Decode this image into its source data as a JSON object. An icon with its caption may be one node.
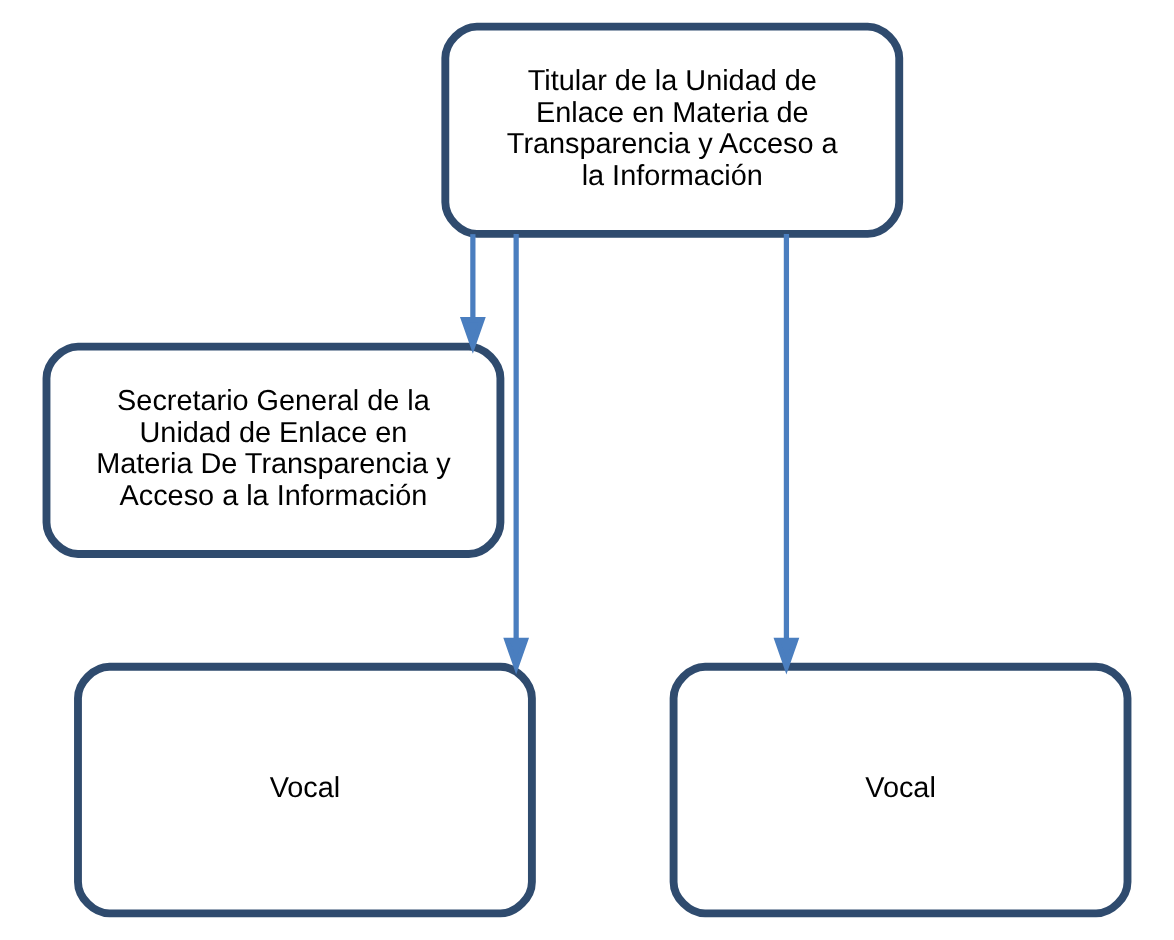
{
  "diagram": {
    "nodes": [
      {
        "text": [
          "Titular de la Unidad de Enlace en Materia de Transparencia y Acceso a la Información"
        ]
      },
      {
        "text": [
          "Secretario General de la Unidad de Enlace en Materia De Transparencia y Acceso a la Información"
        ]
      },
      {
        "text": [
          "Vocal"
        ]
      },
      {
        "text": [
          "Vocal"
        ]
      }
    ],
    "edges": [
      {
        "from": 0,
        "to": 1,
        "arrow": "to"
      },
      {
        "from": 0,
        "to": 2,
        "arrow": "to"
      },
      {
        "from": 0,
        "to": 3,
        "arrow": "to"
      }
    ]
  }
}
